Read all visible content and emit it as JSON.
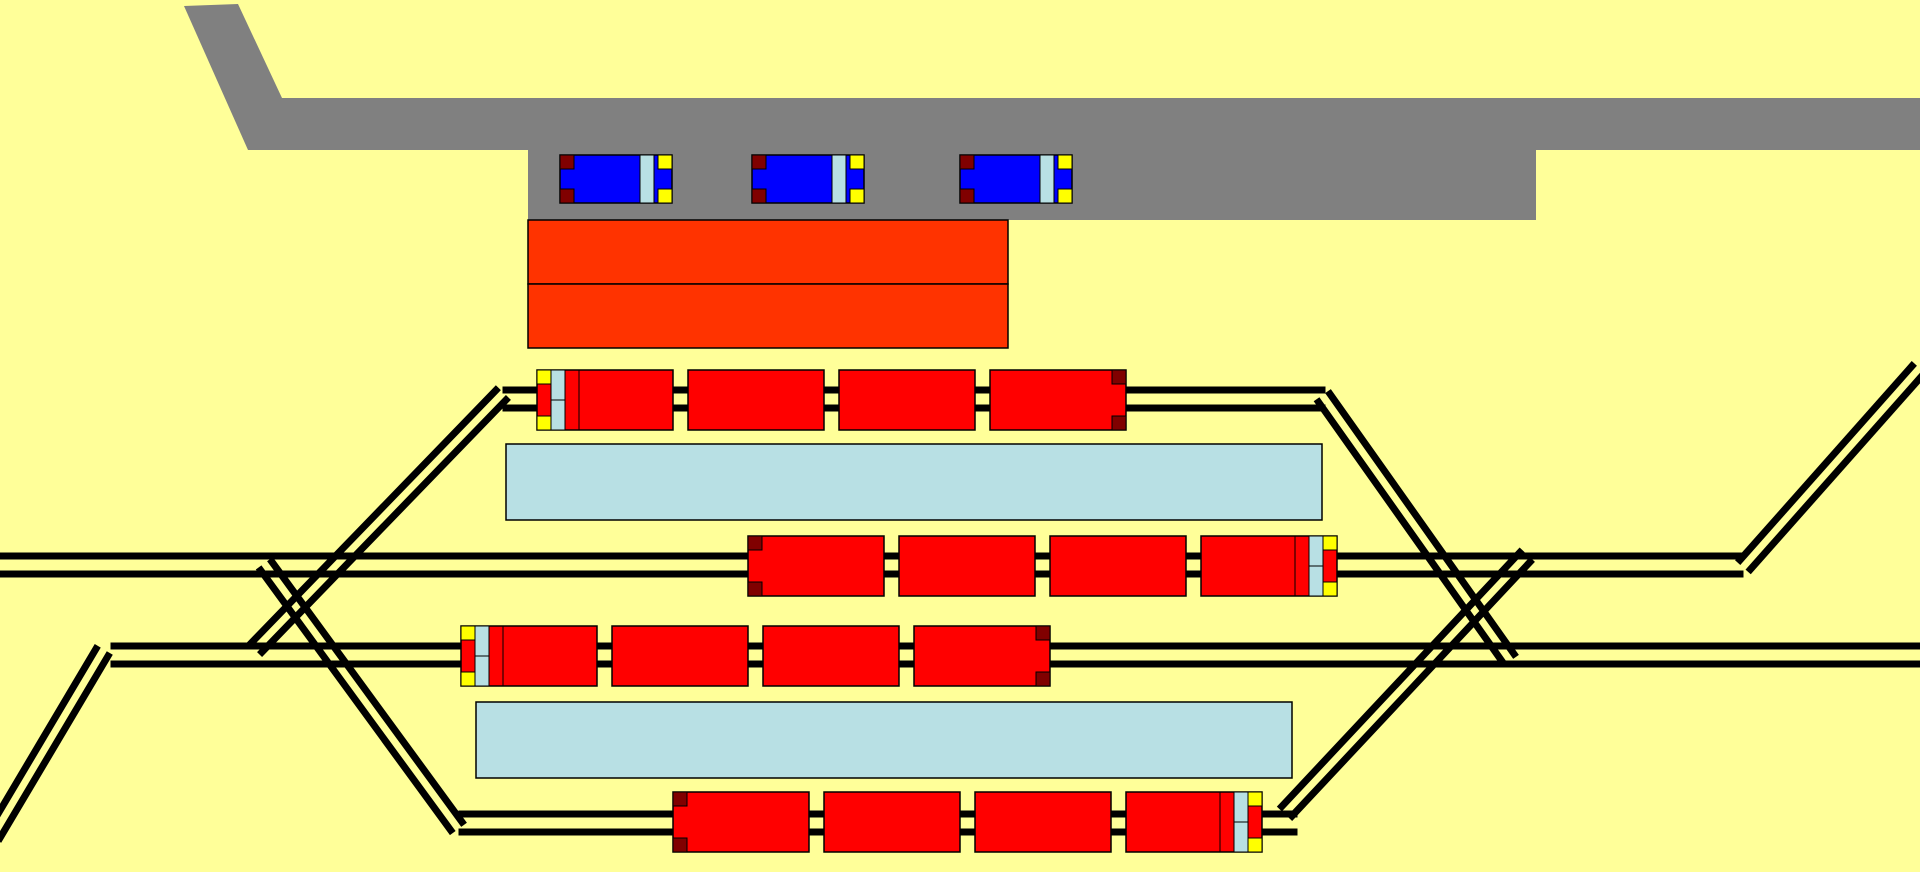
{
  "title": "",
  "colors": {
    "background": "#ffff99",
    "road": "#808080",
    "rail": "#000000",
    "platform": "#b8e0e4",
    "roof": "#ff3300",
    "train_body": "#ff0000",
    "train_outline": "#000000",
    "train_window": "#b8e0e4",
    "headlight": "#ffff00",
    "taillight": "#800000",
    "car_body": "#0000ff",
    "car_window": "#b8e0e4"
  },
  "station": {
    "platforms": 2,
    "roof_sections": 2,
    "tracks": 4
  },
  "trains": [
    {
      "name": "train-track-1",
      "cars": 4,
      "cab": "left"
    },
    {
      "name": "train-track-2",
      "cars": 4,
      "cab": "right"
    },
    {
      "name": "train-track-3",
      "cars": 4,
      "cab": "left"
    },
    {
      "name": "train-track-4",
      "cars": 4,
      "cab": "right"
    }
  ],
  "road_vehicles": [
    {
      "name": "car-1",
      "facing": "right"
    },
    {
      "name": "car-2",
      "facing": "right"
    },
    {
      "name": "car-3",
      "facing": "right"
    }
  ]
}
